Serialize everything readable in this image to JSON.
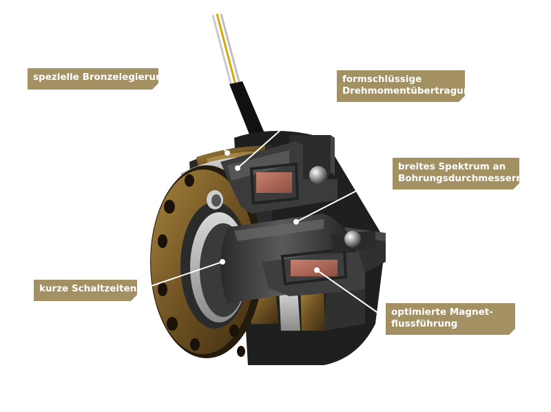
{
  "labels": {
    "bronze": "spezielle Bronzelegierung",
    "torque_line1": "formschlüssige",
    "torque_line2": "Drehmomentübertragung",
    "bore_line1": "breites Spektrum an",
    "bore_line2": "Bohrungsdurchmessern",
    "switch": "kurze Schaltzeiten",
    "magnet_line1": "optimierte Magnet-",
    "magnet_line2": "flussführung"
  },
  "colors": {
    "label_bg": "#a39063",
    "label_text": "#ffffff",
    "bronze": "#8a6a2e",
    "dark_metal": "#2f2f2f",
    "steel": "#b9b9b9",
    "coil": "#b06a5a"
  }
}
